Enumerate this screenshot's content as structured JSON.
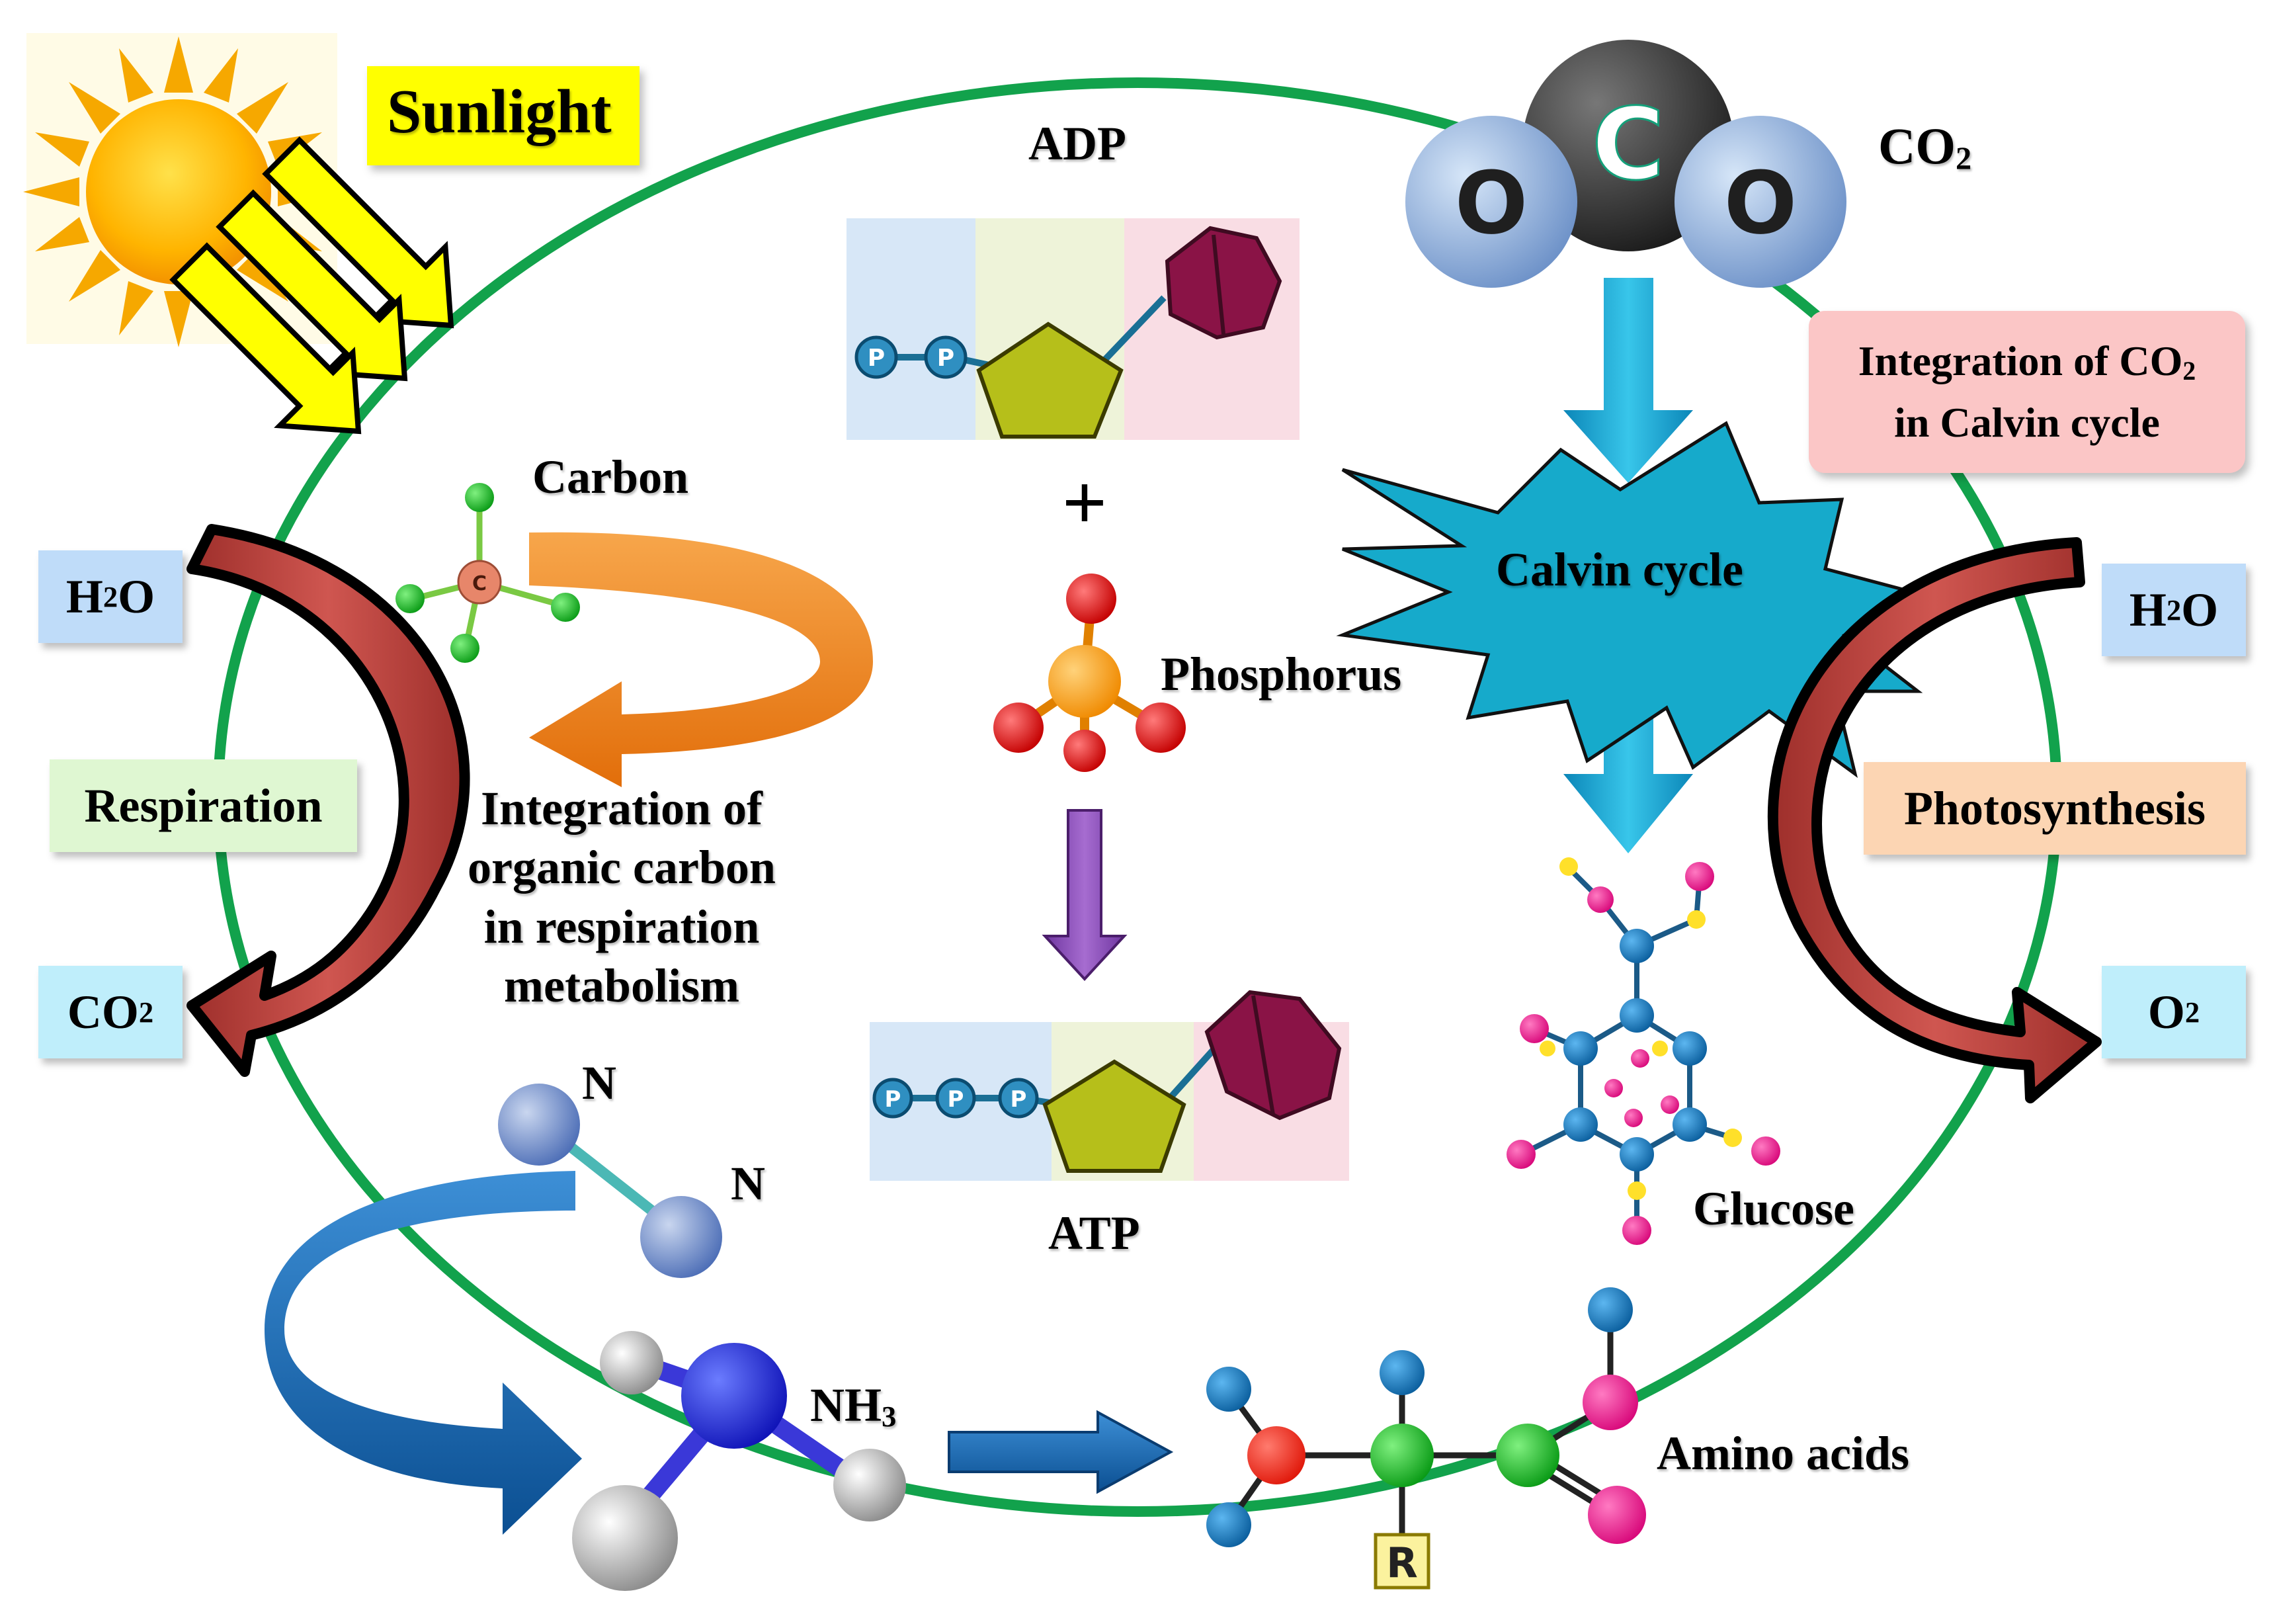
{
  "colors": {
    "cycle": "#12a24c",
    "sunlight_box": "#ffff00",
    "box_blue": "#bfdcf9",
    "box_cyan": "#bfeefb",
    "box_green": "#dff7d2",
    "box_pink": "#fbc6c6",
    "box_orange": "#fcd5b3",
    "calvin_star": "#16aacb",
    "red_arrow": "#b8433e",
    "orange_arrow": "#f0851e",
    "purple_arrow": "#8c4db0",
    "blue_arrow": "#1569b0"
  },
  "labels": {
    "sunlight": "Sunlight",
    "adp": "ADP",
    "atp": "ATP",
    "plus": "+",
    "carbon": "Carbon",
    "phosphorus": "Phosphorus",
    "calvin_cycle": "Calvin cycle",
    "glucose": "Glucose",
    "amino_acids": "Amino acids",
    "respiration": "Respiration",
    "photosynthesis": "Photosynthesis",
    "respiration_integration_1": "Integration of",
    "respiration_integration_2": "organic carbon",
    "respiration_integration_3": "in respiration",
    "respiration_integration_4": "metabolism",
    "calvin_integration_1a": "Integration of CO",
    "calvin_integration_1b": "2",
    "calvin_integration_2": "in Calvin cycle",
    "co2_top_a": "CO",
    "co2_top_b": "2",
    "h2o_left_a": "H",
    "h2o_left_b": "2",
    "h2o_left_c": "O",
    "co2_left_a": "CO",
    "co2_left_b": "2",
    "h2o_right_a": "H",
    "h2o_right_b": "2",
    "h2o_right_c": "O",
    "o2_right_a": "O",
    "o2_right_b": "2",
    "n_atom_1": "N",
    "n_atom_2": "N",
    "nh3_a": "NH",
    "nh3_b": "3",
    "r_group": "R",
    "carbon_atom": "C",
    "co2_c": "C",
    "co2_o_left": "O",
    "co2_o_right": "O",
    "phosphate": "P"
  },
  "icons": [
    "sun-icon",
    "co2-molecule-icon",
    "adp-molecule-icon",
    "atp-molecule-icon",
    "phosphate-molecule-icon",
    "carbon-molecule-icon",
    "n2-molecule-icon",
    "nh3-molecule-icon",
    "glucose-molecule-icon",
    "amino-acid-molecule-icon",
    "calvin-cycle-starburst"
  ]
}
